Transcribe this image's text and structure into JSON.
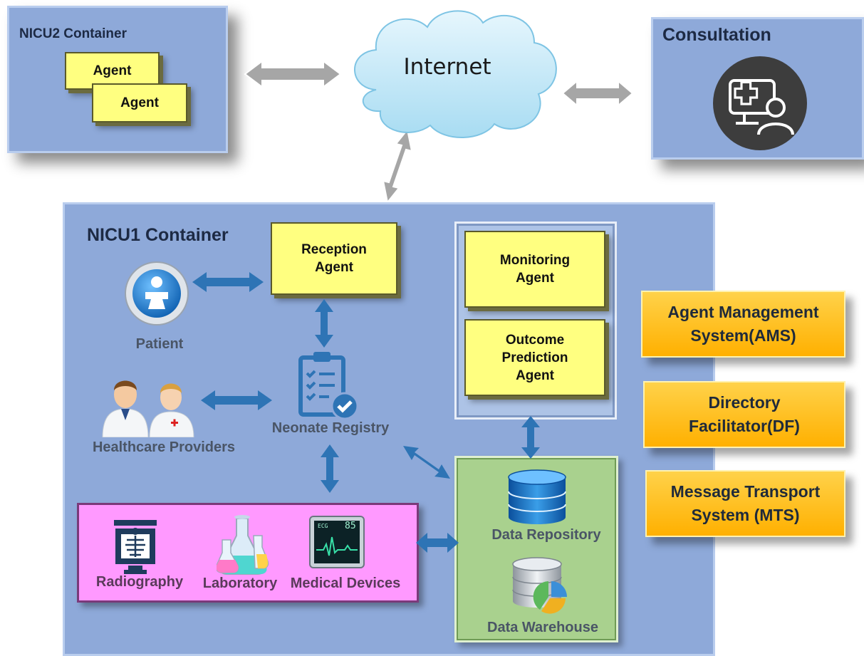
{
  "nicu2": {
    "title": "NICU2 Container",
    "agents": [
      "Agent",
      "Agent"
    ]
  },
  "internet": {
    "label": "Internet"
  },
  "consultation": {
    "title": "Consultation",
    "icon": "telemedicine-icon"
  },
  "nicu1": {
    "title": "NICU1 Container",
    "reception_agent": "Reception\nAgent",
    "monitoring_agent": "Monitoring\nAgent",
    "outcome_agent": "Outcome\nPrediction\nAgent",
    "patient": "Patient",
    "providers": "Healthcare Providers",
    "registry": "Neonate Registry",
    "departments": [
      "Radiography",
      "Laboratory",
      "Medical Devices"
    ],
    "device_screen": {
      "line1": "ECG",
      "value": "85"
    },
    "data_repository": "Data Repository",
    "data_warehouse": "Data Warehouse"
  },
  "platform": {
    "ams": "Agent Management\nSystem(AMS)",
    "df": "Directory\nFacilitator(DF)",
    "mts": "Message Transport\nSystem (MTS)"
  },
  "colors": {
    "container": "#8ea9d9",
    "agent": "#ffff80",
    "platform": "#ffc000",
    "departments": "#ff99ff",
    "data_panel": "#a9d18e",
    "arrow_blue": "#2e74b5",
    "arrow_gray": "#a6a6a6"
  }
}
